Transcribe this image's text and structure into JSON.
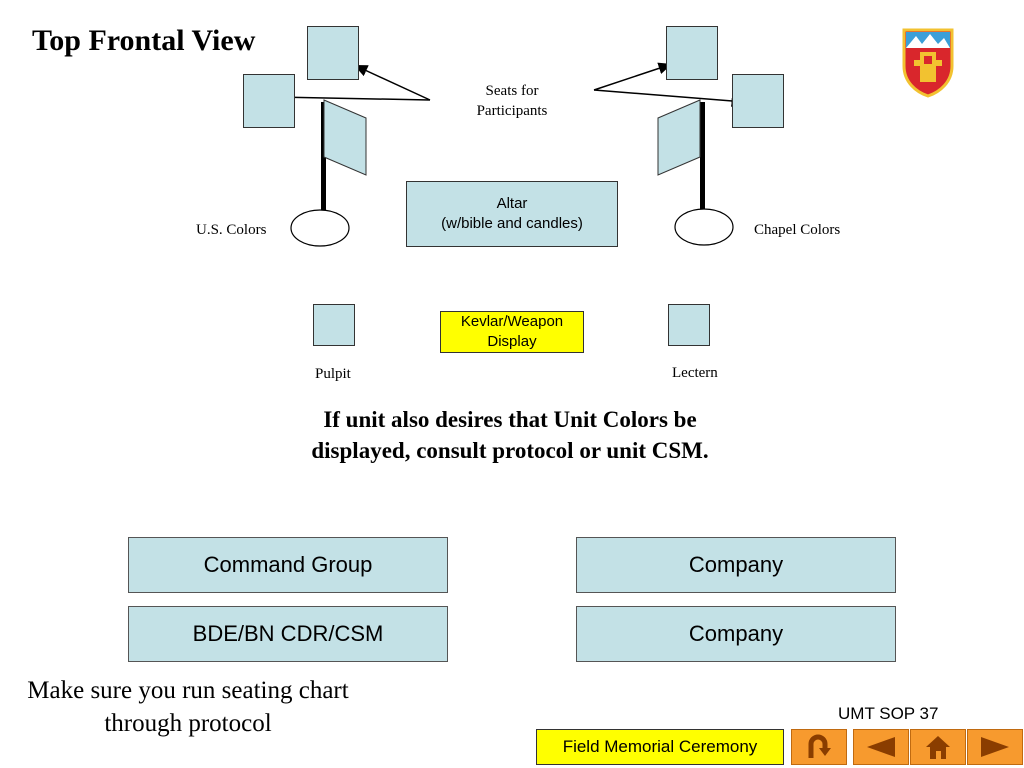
{
  "title": "Top Frontal View",
  "seats_label_line1": "Seats for",
  "seats_label_line2": "Participants",
  "us_colors": "U.S. Colors",
  "chapel_colors": "Chapel Colors",
  "altar_line1": "Altar",
  "altar_line2": "(w/bible and candles)",
  "kevlar_line1": "Kevlar/Weapon",
  "kevlar_line2": "Display",
  "pulpit": "Pulpit",
  "lectern": "Lectern",
  "note": "If unit also desires that Unit Colors be displayed, consult protocol or unit CSM.",
  "groups": {
    "command_group": "Command Group",
    "bde_bn": "BDE/BN CDR/CSM",
    "company_1": "Company",
    "company_2": "Company"
  },
  "bottom_note": "Make sure you run seating chart through protocol",
  "footer": {
    "sop": "UMT SOP 37",
    "ceremony": "Field Memorial Ceremony"
  },
  "colors": {
    "box_fill": "#c3e1e6",
    "highlight": "#ffff00",
    "nav_button": "#f79a2e"
  }
}
